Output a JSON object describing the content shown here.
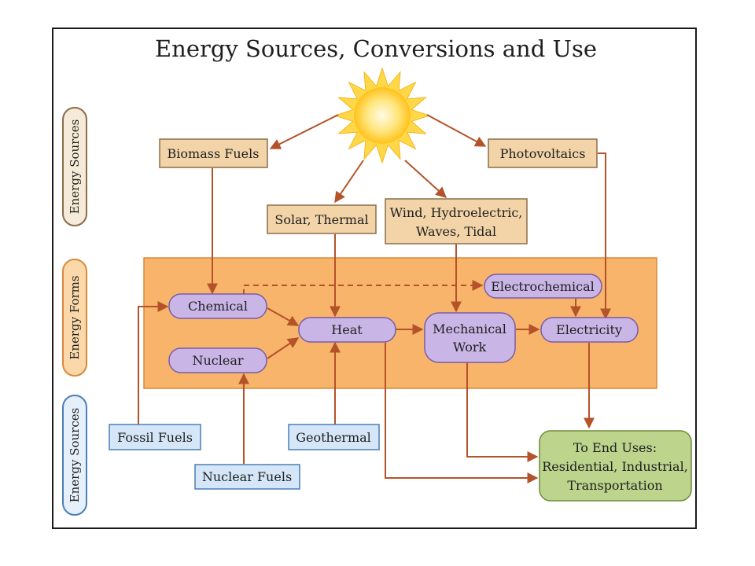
{
  "title": "Energy Sources, Conversions and Use",
  "side_labels": {
    "top": "Energy Sources",
    "middle": "Energy Forms",
    "bottom": "Energy Sources"
  },
  "nodes": {
    "biomass": "Biomass Fuels",
    "photovoltaics": "Photovoltaics",
    "solar_thermal": "Solar, Thermal",
    "wind_line1": "Wind, Hydroelectric,",
    "wind_line2": "Waves, Tidal",
    "chemical": "Chemical",
    "nuclear": "Nuclear",
    "heat": "Heat",
    "mechanical_line1": "Mechanical",
    "mechanical_line2": "Work",
    "electrochemical": "Electrochemical",
    "electricity": "Electricity",
    "fossil_fuels": "Fossil Fuels",
    "geothermal": "Geothermal",
    "nuclear_fuels": "Nuclear Fuels",
    "end_uses_line1": "To End Uses:",
    "end_uses_line2": "Residential, Industrial,",
    "end_uses_line3": "Transportation"
  },
  "colors": {
    "arrow": "#b4532a",
    "tan_box": "#f2d4a8",
    "tan_border": "#8a6d4a",
    "forms_band": "#f7b46a",
    "purple_node": "#c9b5e6",
    "purple_border": "#7a5ca8",
    "blue_box": "#d4e6f7",
    "blue_border": "#4a7fb5",
    "green_box": "#bcd48c",
    "green_border": "#6f8a3a",
    "sun": "#ffd84a"
  }
}
